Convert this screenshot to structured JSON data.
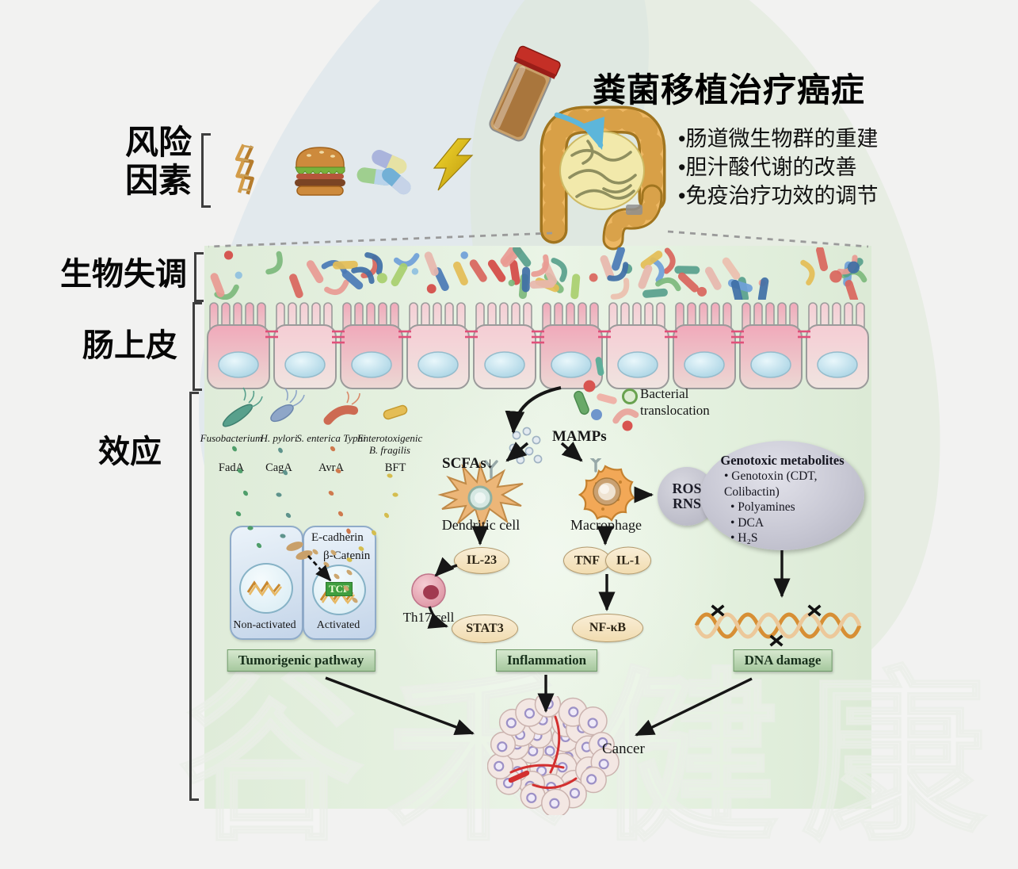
{
  "header": {
    "risk_line1": "风险",
    "risk_line2": "因素",
    "title": "粪菌移植治疗癌症",
    "bullets": [
      "•肠道微生物群的重建",
      "•胆汁酸代谢的改善",
      "•免疫治疗功效的调节"
    ]
  },
  "sections": {
    "dysbiosis": "生物失调",
    "epithelium": "肠上皮",
    "effects": "效应"
  },
  "pathogens": [
    {
      "name": "Fusobacterium",
      "toxin": "FadA"
    },
    {
      "name": "H. pylori",
      "toxin": "CagA"
    },
    {
      "name": "S. enterica Typhi",
      "toxin": "AvrA"
    },
    {
      "name": "Enterotoxigenic B. fragilis",
      "toxin": "BFT"
    }
  ],
  "pathway": {
    "scfas": "SCFAs↓",
    "mamps": "MAMPs",
    "bacterial_translocation": "Bacterial translocation",
    "dendritic_cell": "Dendritic cell",
    "macrophage": "Macrophage",
    "il23": "IL-23",
    "th17": "Th17 cell",
    "stat3": "STAT3",
    "tnf": "TNF",
    "il1": "IL-1",
    "nfkb": "NF-κB",
    "ros": "ROS",
    "rns": "RNS",
    "genotoxic": {
      "title": "Genotoxic metabolites",
      "items": [
        "• Genotoxin (CDT, Colibactin)",
        "• Polyamines",
        "• DCA",
        "• H₂S"
      ]
    },
    "e_cadherin": "E-cadherin",
    "b_catenin": "β-Catenin",
    "tcf": "TCF",
    "non_activated": "Non-activated",
    "activated": "Activated"
  },
  "outcomes": {
    "tumorigenic": "Tumorigenic pathway",
    "inflammation": "Inflammation",
    "dna_damage": "DNA damage",
    "cancer": "Cancer"
  },
  "watermark": "谷禾健康",
  "colors": {
    "panel_green": "#e5f0e1",
    "action_box_green": "#b7d4ae",
    "chip_tan": "#f6e7c4",
    "tcf_green": "#3f9e3f",
    "jar_cap_red": "#c42f26",
    "intestine_orange": "#edb763",
    "epithelium_pink": "#f2b3c0",
    "arrow_black": "#161616"
  }
}
